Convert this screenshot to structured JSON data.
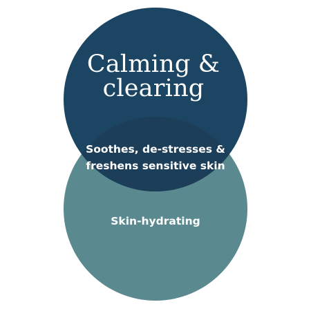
{
  "diagram": {
    "top_circle": {
      "label_lines": [
        "Calming &",
        "clearing"
      ],
      "color": "#1b4562"
    },
    "bottom_circle": {
      "label": "Skin-hydrating",
      "color": "#5a8a90"
    },
    "overlap": {
      "label_lines": [
        "Soothes, de-stresses &",
        "freshens sensitive skin"
      ],
      "color": "#1d3e59"
    }
  }
}
